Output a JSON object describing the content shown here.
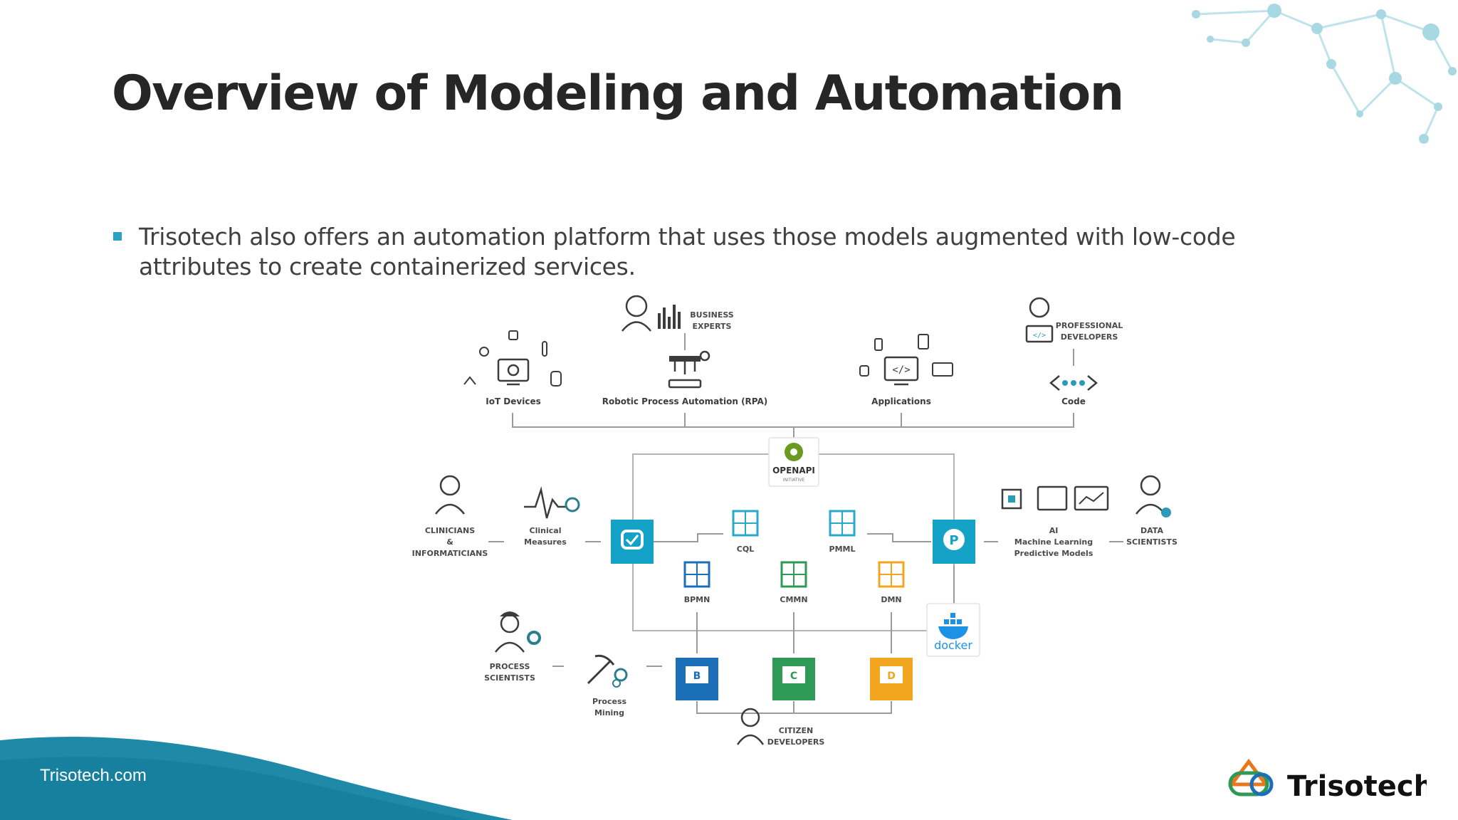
{
  "slide": {
    "title": "Overview of Modeling and Automation",
    "bullet": "Trisotech also offers an automation platform that uses those models augmented with low-code attributes to create containerized services."
  },
  "diagram": {
    "iot_label": "IoT Devices",
    "business_experts": [
      "BUSINESS",
      "EXPERTS"
    ],
    "rpa_label": "Robotic Process Automation (RPA)",
    "applications_label": "Applications",
    "professional_developers": [
      "PROFESSIONAL",
      "DEVELOPERS"
    ],
    "code_label": "Code",
    "openapi_label": "OPENAPI",
    "openapi_sub": "INITIATIVE",
    "clinicians": [
      "CLINICIANS",
      "&",
      "INFORMATICIANS"
    ],
    "clinical_measures": [
      "Clinical",
      "Measures"
    ],
    "ai_models": [
      "AI",
      "Machine Learning",
      "Predictive Models"
    ],
    "data_scientists": [
      "DATA",
      "SCIENTISTS"
    ],
    "cql": "CQL",
    "pmml": "PMML",
    "bpmn": "BPMN",
    "cmmn": "CMMN",
    "dmn": "DMN",
    "docker_label": "docker",
    "process_scientists": [
      "PROCESS",
      "SCIENTISTS"
    ],
    "process_mining": [
      "Process",
      "Mining"
    ],
    "modeler_letters": [
      "B",
      "C",
      "D"
    ],
    "citizen_developers": [
      "CITIZEN",
      "DEVELOPERS"
    ]
  },
  "footer": {
    "website": "Trisotech.com",
    "brand": "Trisotech"
  },
  "colors": {
    "accent_teal": "#29a3c0",
    "cql_box": "#14a3c7",
    "bpmn_blue": "#1b6fb8",
    "cmmn_green": "#2e9a55",
    "dmn_orange": "#f2a51f",
    "openapi_green": "#6a9a20",
    "docker_blue": "#1d91e6"
  }
}
